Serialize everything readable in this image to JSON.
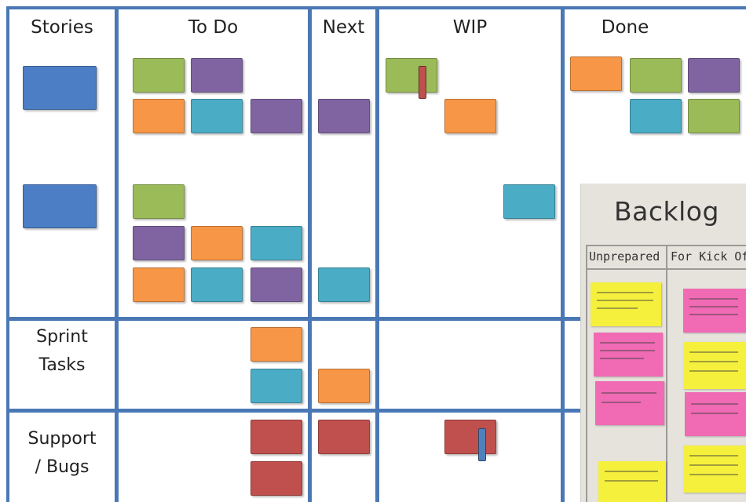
{
  "board": {
    "columns": [
      {
        "id": "stories",
        "label": "Stories"
      },
      {
        "id": "todo",
        "label": "To Do"
      },
      {
        "id": "next",
        "label": "Next"
      },
      {
        "id": "wip",
        "label": "WIP"
      },
      {
        "id": "done",
        "label": "Done"
      }
    ],
    "rows": [
      {
        "id": "stories-row",
        "label": ""
      },
      {
        "id": "sprint-tasks",
        "label_lines": [
          "Sprint",
          "Tasks"
        ]
      },
      {
        "id": "support-bugs",
        "label_lines": [
          "Support",
          "/ Bugs"
        ]
      }
    ],
    "colors": {
      "grid_line": "#4a78b5",
      "story_blue": "#4b7ec4",
      "green": "#9bbb59",
      "purple": "#8064a2",
      "orange": "#f79646",
      "teal": "#4bacc6",
      "red": "#c0504d",
      "blue_marker": "#4f81bd",
      "sticky_yellow": "#f5f03c",
      "sticky_pink": "#f06ab4"
    }
  },
  "backlog_photo": {
    "title": "Backlog",
    "columns": [
      "Unprepared",
      "For Kick Off"
    ]
  }
}
